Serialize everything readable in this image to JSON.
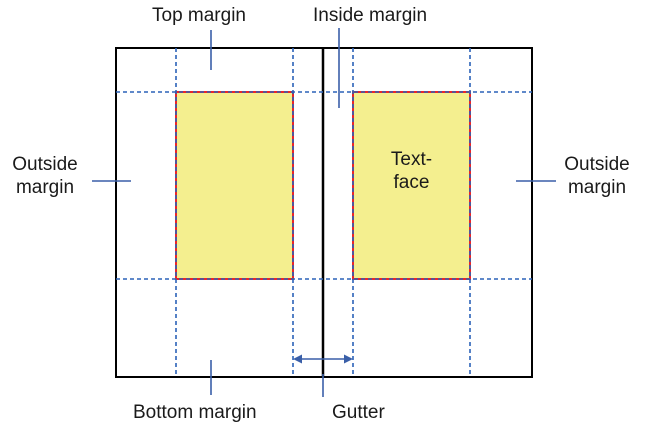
{
  "labels": {
    "top_margin": "Top margin",
    "inside_margin": "Inside margin",
    "outside_margin_left": [
      "Outside",
      "margin"
    ],
    "outside_margin_right": [
      "Outside",
      "margin"
    ],
    "text_face": [
      "Text-",
      "face"
    ],
    "bottom_margin": "Bottom margin",
    "gutter": "Gutter"
  },
  "colors": {
    "page_border": "#000000",
    "guide_dashed": "#2b62b8",
    "leader_line": "#3a5fa8",
    "text_block_fill": "#f4ef8f",
    "text_block_border": "#e8262a",
    "label_text": "#1a1a1a"
  }
}
